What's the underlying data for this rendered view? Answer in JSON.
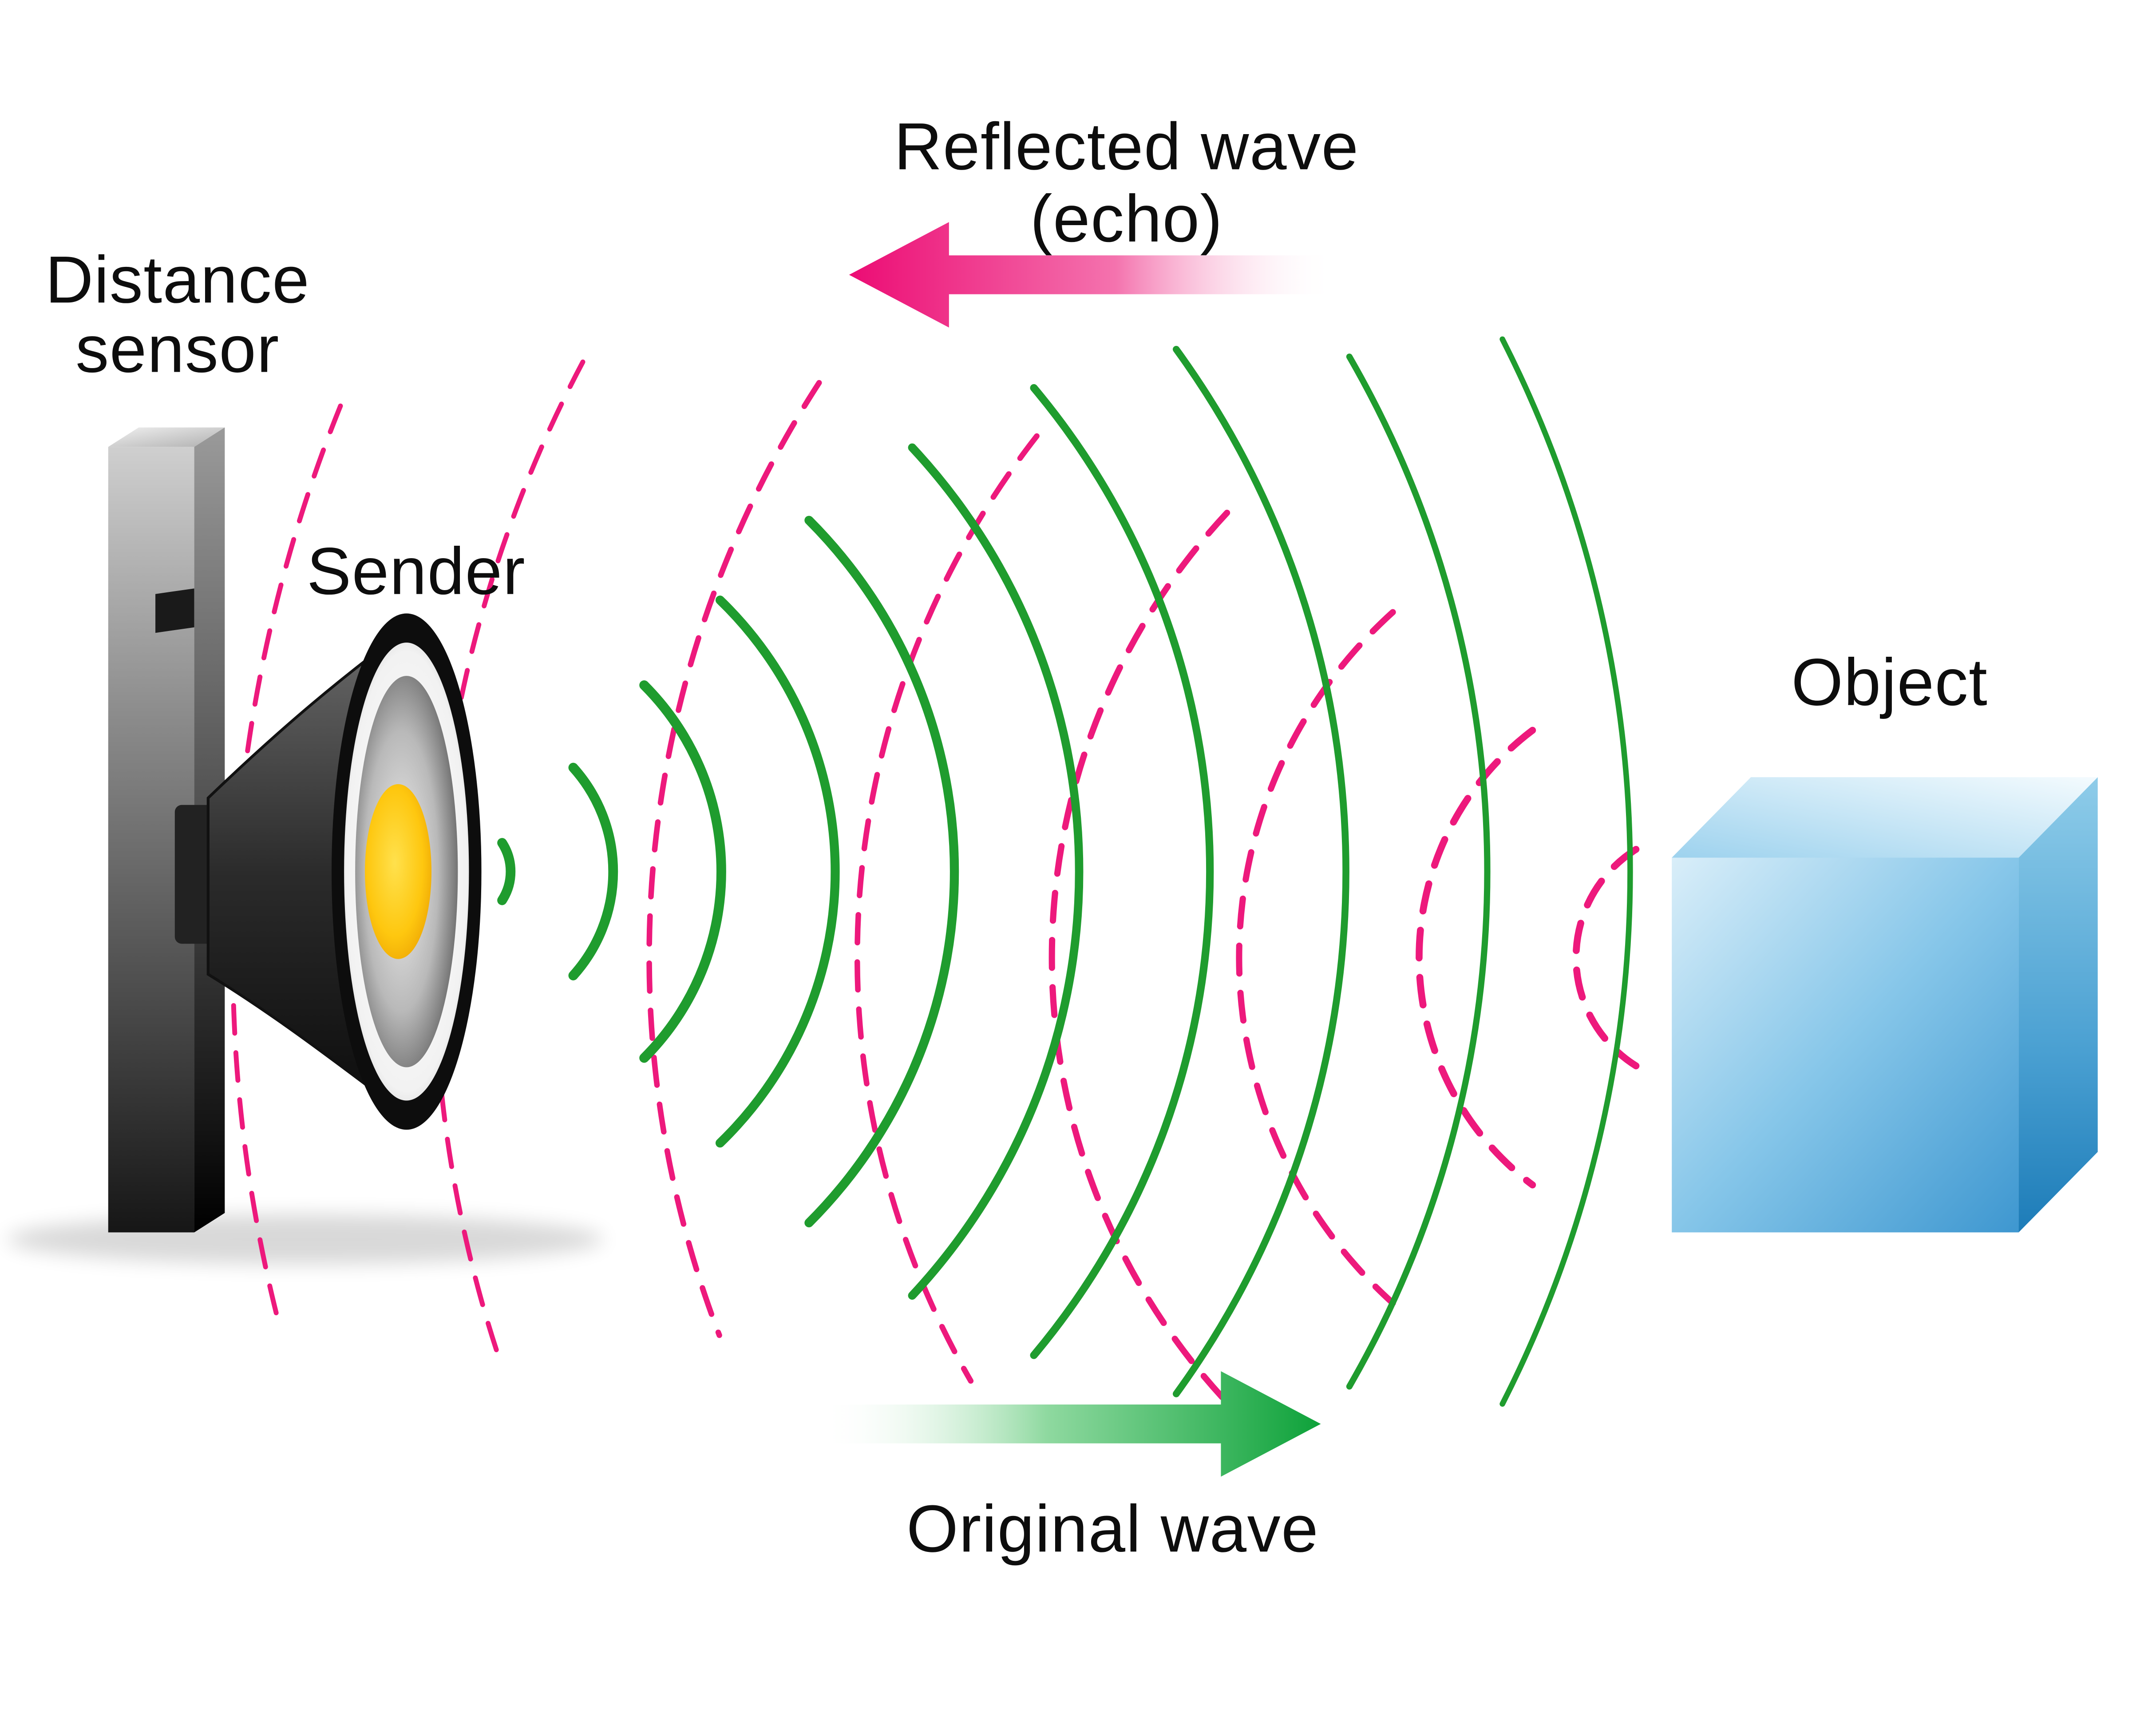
{
  "diagram": {
    "labels": {
      "distance_sensor_line1": "Distance",
      "distance_sensor_line2": "sensor",
      "sender": "Sender",
      "reflected_wave_line1": "Reflected wave",
      "reflected_wave_line2": "(echo)",
      "original_wave": "Original wave",
      "object": "Object"
    },
    "colors": {
      "original_wave_green": "#1f9c2e",
      "reflected_wave_pink": "#ed197c",
      "arrow_green_solid": "#0ea23a",
      "arrow_pink_solid": "#ec0c74",
      "object_blue_light": "#d9eef9",
      "object_blue_dark": "#3e97d0",
      "speaker_yellow": "#fec70f",
      "background": "#ffffff"
    }
  }
}
